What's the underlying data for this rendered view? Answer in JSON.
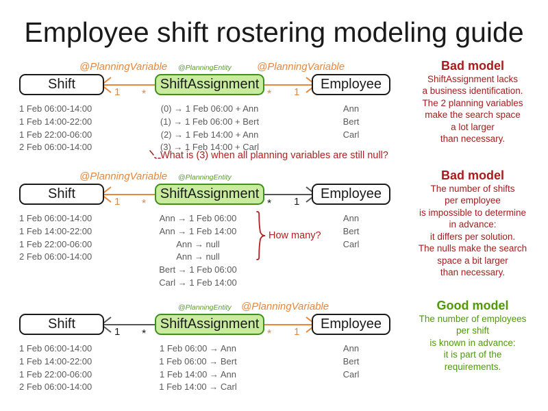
{
  "title": "Employee shift rostering modeling guide",
  "annotations": {
    "planning_variable": "@PlanningVariable",
    "planning_entity": "@PlanningEntity"
  },
  "boxes": {
    "shift": "Shift",
    "shift_assignment": "ShiftAssignment",
    "employee": "Employee"
  },
  "multiplicity": {
    "one": "1",
    "many": "*"
  },
  "colors": {
    "orange": "#e8863a",
    "green_entity_fill": "#c8eb9e",
    "green_entity_border": "#3f8f1e",
    "green_text": "#5a9b2e",
    "bad_red": "#a61c1c",
    "good_green": "#4e9a06",
    "gray_line": "#555555",
    "data_text": "#5a5a5a"
  },
  "sections": [
    {
      "id": "section-1",
      "verdict": "Bad model",
      "verdict_kind": "bad",
      "left_annotation": "@PlanningVariable",
      "center_annotation": "@PlanningEntity",
      "right_annotation": "@PlanningVariable",
      "left_arrow_color": "orange",
      "right_arrow_color": "orange",
      "shifts": [
        "1 Feb 06:00-14:00",
        "1 Feb 14:00-22:00",
        "1 Feb 22:00-06:00",
        "2 Feb 06:00-14:00"
      ],
      "assignments": [
        "(0) → 1 Feb 06:00 + Ann",
        "(1) → 1 Feb 06:00 + Bert",
        "(2) → 1 Feb 14:00 + Ann",
        "(3) → 1 Feb 14:00 + Carl"
      ],
      "employees": [
        "Ann",
        "Bert",
        "Carl"
      ],
      "callout": "What is (3) when all planning variables are still null?",
      "note_lines": [
        "ShiftAssignment lacks",
        "a business identification.",
        "The 2 planning variables",
        "make the search space",
        "a lot larger",
        "than necessary."
      ]
    },
    {
      "id": "section-2",
      "verdict": "Bad model",
      "verdict_kind": "bad",
      "left_annotation": "@PlanningVariable",
      "center_annotation": "@PlanningEntity",
      "right_annotation": "",
      "left_arrow_color": "orange",
      "right_arrow_color": "gray",
      "shifts": [
        "1 Feb 06:00-14:00",
        "1 Feb 14:00-22:00",
        "1 Feb 22:00-06:00",
        "2 Feb 06:00-14:00"
      ],
      "assignments": [
        "Ann → 1 Feb 06:00",
        "Ann → 1 Feb 14:00",
        "Ann → null",
        "Ann → null",
        "Bert → 1 Feb 06:00",
        "Carl → 1 Feb 14:00"
      ],
      "employees": [
        "Ann",
        "Bert",
        "Carl"
      ],
      "callout": "How many?",
      "note_lines": [
        "The number of shifts",
        "per employee",
        "is impossible to determine",
        "in advance:",
        "it differs per solution.",
        "The nulls make the search",
        "space a bit larger",
        "than necessary."
      ]
    },
    {
      "id": "section-3",
      "verdict": "Good model",
      "verdict_kind": "good",
      "left_annotation": "",
      "center_annotation": "@PlanningEntity",
      "right_annotation": "@PlanningVariable",
      "left_arrow_color": "gray",
      "right_arrow_color": "orange",
      "shifts": [
        "1 Feb 06:00-14:00",
        "1 Feb 14:00-22:00",
        "1 Feb 22:00-06:00",
        "2 Feb 06:00-14:00"
      ],
      "assignments": [
        "1 Feb 06:00 → Ann",
        "1 Feb 06:00 → Bert",
        "1 Feb 14:00 → Ann",
        "1 Feb 14:00 → Carl"
      ],
      "employees": [
        "Ann",
        "Bert",
        "Carl"
      ],
      "callout": "",
      "note_lines": [
        "The number of employees",
        "per shift",
        "is known in advance:",
        "it is part of the",
        "requirements."
      ]
    }
  ]
}
